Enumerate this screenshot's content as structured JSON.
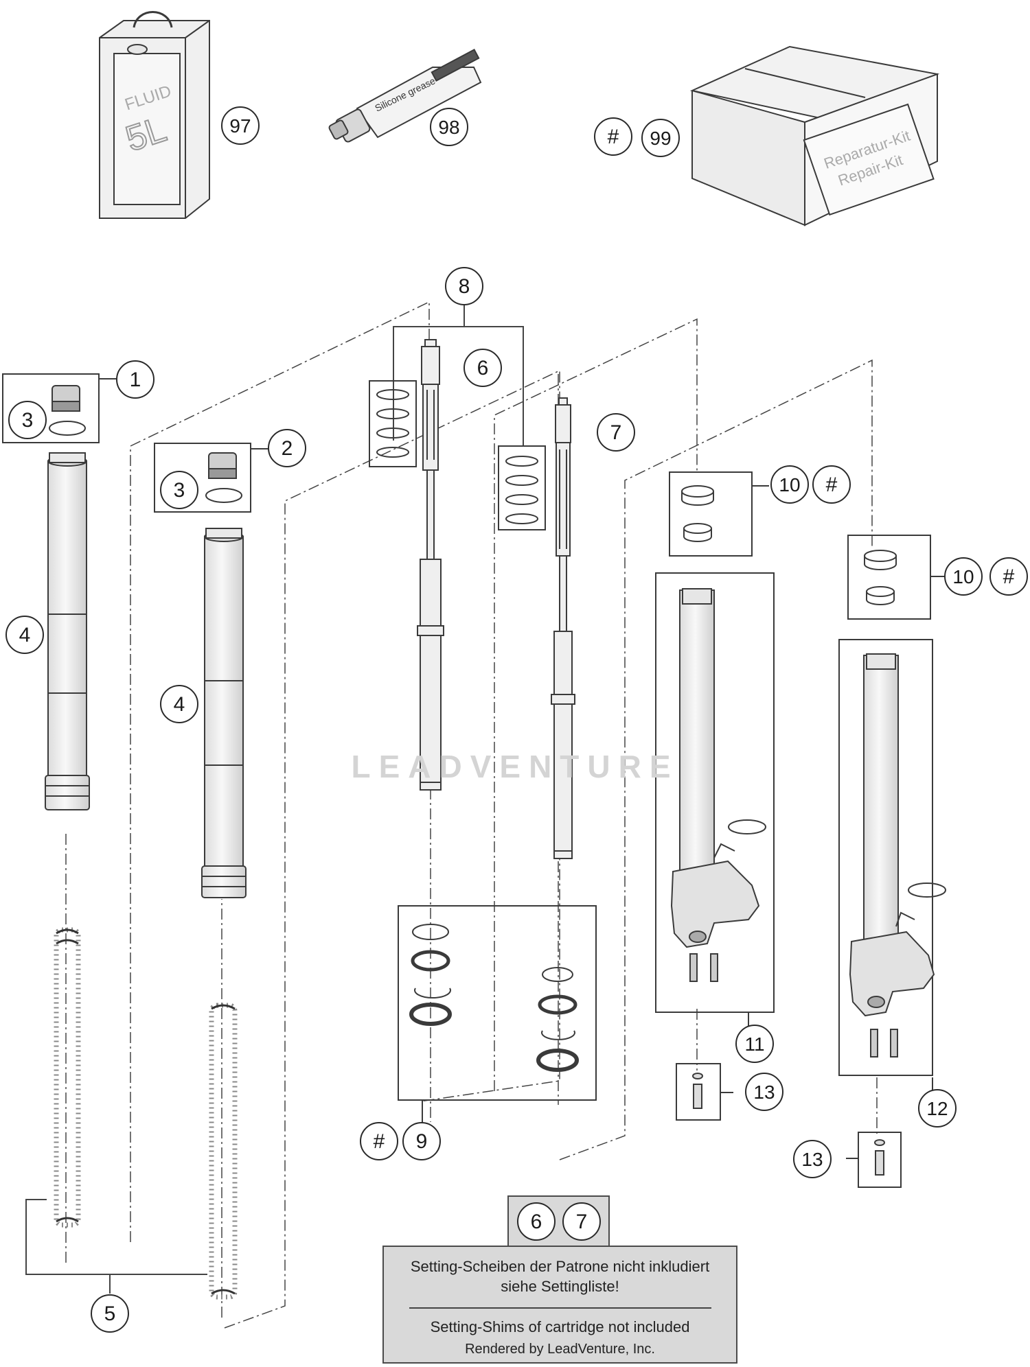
{
  "callouts": [
    {
      "id": "c97",
      "label": "97"
    },
    {
      "id": "c98",
      "label": "98"
    },
    {
      "id": "c99",
      "label": "99"
    },
    {
      "id": "c99-hash",
      "label": "#"
    },
    {
      "id": "c8",
      "label": "8"
    },
    {
      "id": "c1",
      "label": "1"
    },
    {
      "id": "c3a",
      "label": "3"
    },
    {
      "id": "c2",
      "label": "2"
    },
    {
      "id": "c3b",
      "label": "3"
    },
    {
      "id": "c6",
      "label": "6"
    },
    {
      "id": "c7",
      "label": "7"
    },
    {
      "id": "c10a",
      "label": "10"
    },
    {
      "id": "c10a-hash",
      "label": "#"
    },
    {
      "id": "c10b",
      "label": "10"
    },
    {
      "id": "c10b-hash",
      "label": "#"
    },
    {
      "id": "c4a",
      "label": "4"
    },
    {
      "id": "c4b",
      "label": "4"
    },
    {
      "id": "c11",
      "label": "11"
    },
    {
      "id": "c13a",
      "label": "13"
    },
    {
      "id": "c12",
      "label": "12"
    },
    {
      "id": "c13b",
      "label": "13"
    },
    {
      "id": "c9-hash",
      "label": "#"
    },
    {
      "id": "c9",
      "label": "9"
    },
    {
      "id": "c5",
      "label": "5"
    },
    {
      "id": "c6n",
      "label": "6"
    },
    {
      "id": "c7n",
      "label": "7"
    }
  ],
  "product_labels": {
    "fluid_line1": "FLUID",
    "fluid_line2": "5L",
    "grease_line1": "Silicone grease",
    "kit_line1": "Reparatur-Kit",
    "kit_line2": "Repair-Kit"
  },
  "watermark": "LEADVENTURE",
  "note": {
    "de_line1": "Setting-Scheiben der Patrone nicht inkludiert",
    "de_line2": "siehe Settingliste!",
    "en_line1": "Setting-Shims of cartridge not included",
    "footer": "Rendered by LeadVenture, Inc."
  },
  "colors": {
    "line": "#3a3a3a",
    "part_fill": "#eeeeee",
    "note_fill": "#d9d9d9"
  }
}
